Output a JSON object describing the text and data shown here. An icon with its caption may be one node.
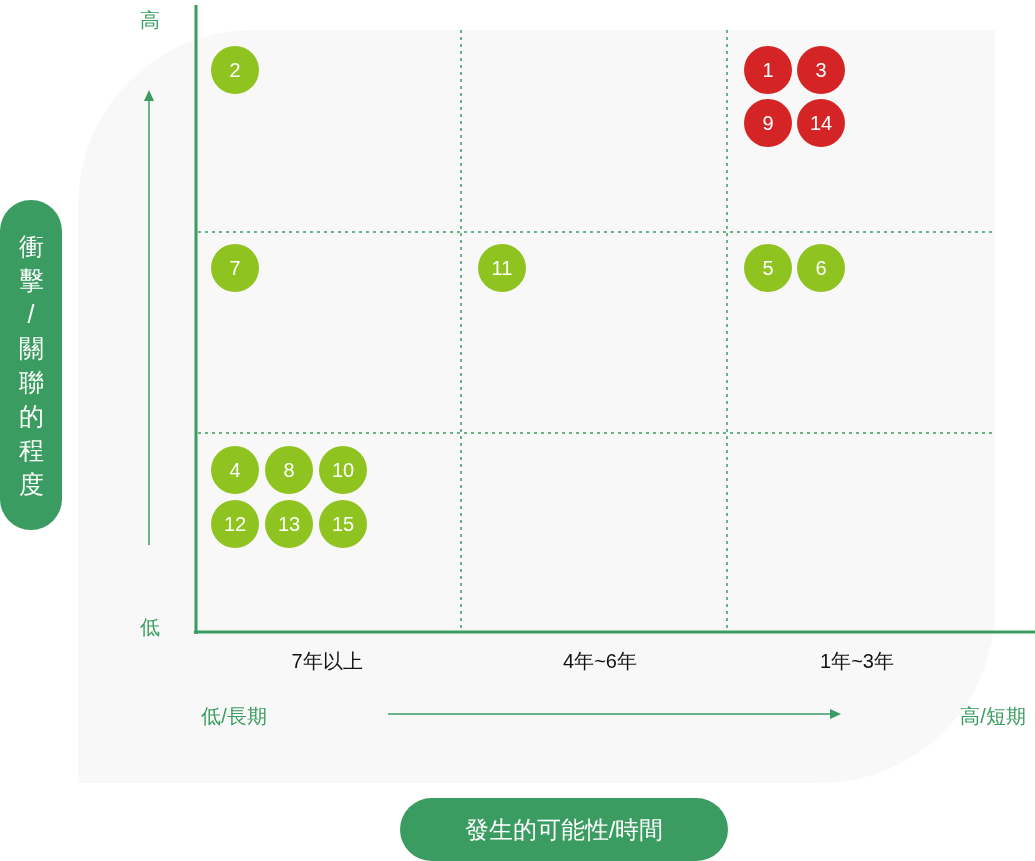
{
  "diagram": {
    "nodes": [
      {
        "text": [
          "衝擊/關聯的程度"
        ]
      },
      {
        "text": [
          "2"
        ]
      },
      {
        "text": [
          "1"
        ]
      },
      {
        "text": [
          "3"
        ]
      },
      {
        "text": [
          "9"
        ]
      },
      {
        "text": [
          "14"
        ]
      },
      {
        "text": [
          "7"
        ]
      },
      {
        "text": [
          "11"
        ]
      },
      {
        "text": [
          "5"
        ]
      },
      {
        "text": [
          "6"
        ]
      },
      {
        "text": [
          "4"
        ]
      },
      {
        "text": [
          "8"
        ]
      },
      {
        "text": [
          "10"
        ]
      },
      {
        "text": [
          "12"
        ]
      },
      {
        "text": [
          "13"
        ]
      },
      {
        "text": [
          "15"
        ]
      },
      {
        "text": [
          "發生的可能性/時間"
        ]
      }
    ],
    "labels": [
      "高",
      "低",
      "7年以上",
      "4年~6年",
      "1年~3年",
      "低/長期",
      "高/短期"
    ]
  }
}
